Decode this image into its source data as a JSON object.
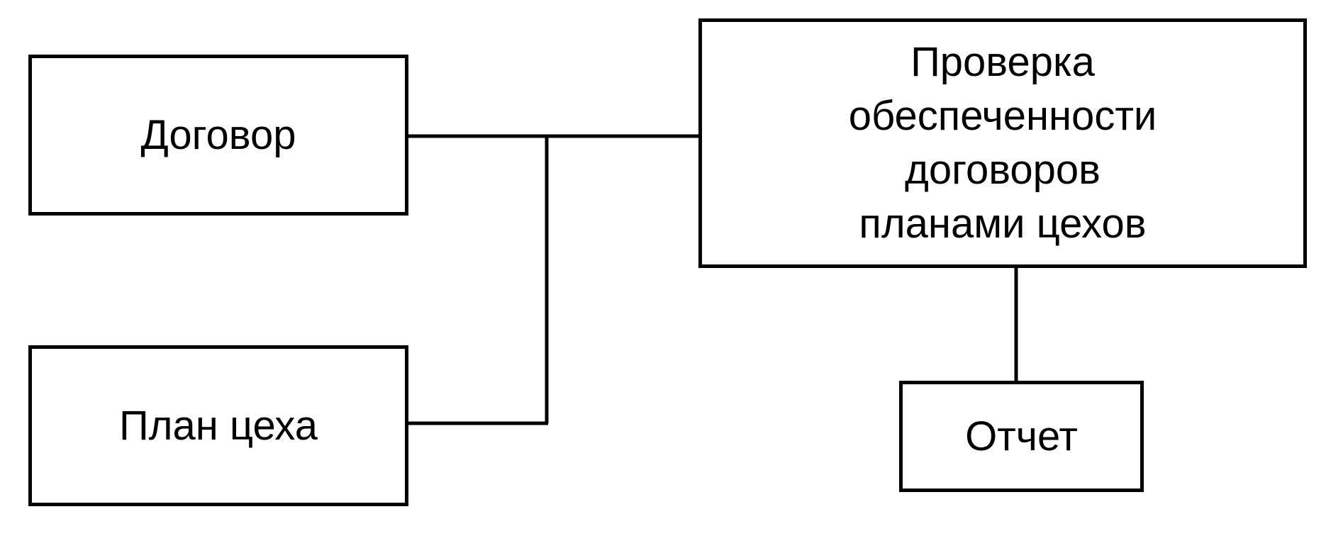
{
  "diagram": {
    "nodes": {
      "contract": {
        "label": "Договор"
      },
      "shop_plan": {
        "label": "План цеха"
      },
      "check": {
        "label": "Проверка\nобеспеченности\nдоговоров\nпланами цехов"
      },
      "report": {
        "label": "Отчет"
      }
    },
    "edges": [
      {
        "from": "contract",
        "to": "check"
      },
      {
        "from": "shop_plan",
        "to": "check"
      },
      {
        "from": "check",
        "to": "report"
      }
    ]
  }
}
